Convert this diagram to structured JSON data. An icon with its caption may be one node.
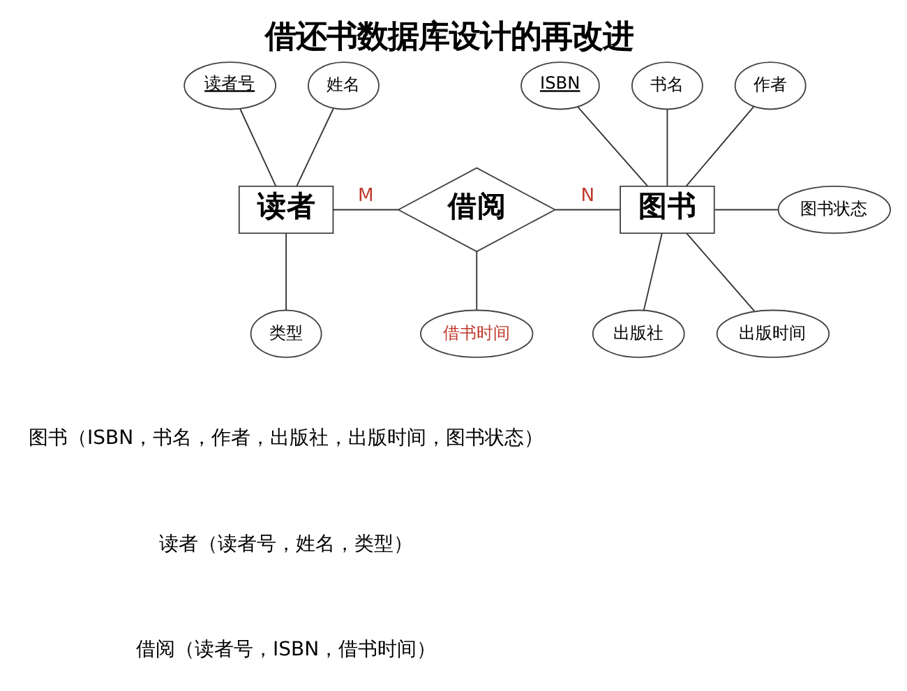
{
  "diagram": {
    "title": "借还书数据库设计的再改进",
    "nodes": [
      {
        "text": [
          "读者号"
        ]
      },
      {
        "text": [
          "姓名"
        ]
      },
      {
        "text": [
          "ISBN"
        ]
      },
      {
        "text": [
          "书名"
        ]
      },
      {
        "text": [
          "作者"
        ]
      },
      {
        "text": [
          "读者"
        ]
      },
      {
        "text": [
          "借阅"
        ]
      },
      {
        "text": [
          "图书"
        ]
      },
      {
        "text": [
          "图书状态"
        ]
      },
      {
        "text": [
          "类型"
        ]
      },
      {
        "text": [
          "借书时间"
        ]
      },
      {
        "text": [
          "出版社"
        ]
      },
      {
        "text": [
          "出版时间"
        ]
      }
    ],
    "edges": [
      {
        "from": 0,
        "to": 5,
        "arrow": "none"
      },
      {
        "from": 1,
        "to": 5,
        "arrow": "none"
      },
      {
        "from": 5,
        "to": 6,
        "arrow": "none",
        "label": "M"
      },
      {
        "from": 6,
        "to": 7,
        "arrow": "none",
        "label": "N"
      },
      {
        "from": 2,
        "to": 7,
        "arrow": "none"
      },
      {
        "from": 3,
        "to": 7,
        "arrow": "none"
      },
      {
        "from": 4,
        "to": 7,
        "arrow": "none"
      },
      {
        "from": 7,
        "to": 8,
        "arrow": "none"
      },
      {
        "from": 5,
        "to": 9,
        "arrow": "none"
      },
      {
        "from": 6,
        "to": 10,
        "arrow": "none"
      },
      {
        "from": 7,
        "to": 11,
        "arrow": "none"
      },
      {
        "from": 7,
        "to": 12,
        "arrow": "none"
      }
    ],
    "labels": [
      "图书（ISBN，书名，作者，出版社，出版时间，图书状态）",
      "读者（读者号，姓名，类型）",
      "借阅（读者号，ISBN，借书时间）"
    ]
  }
}
